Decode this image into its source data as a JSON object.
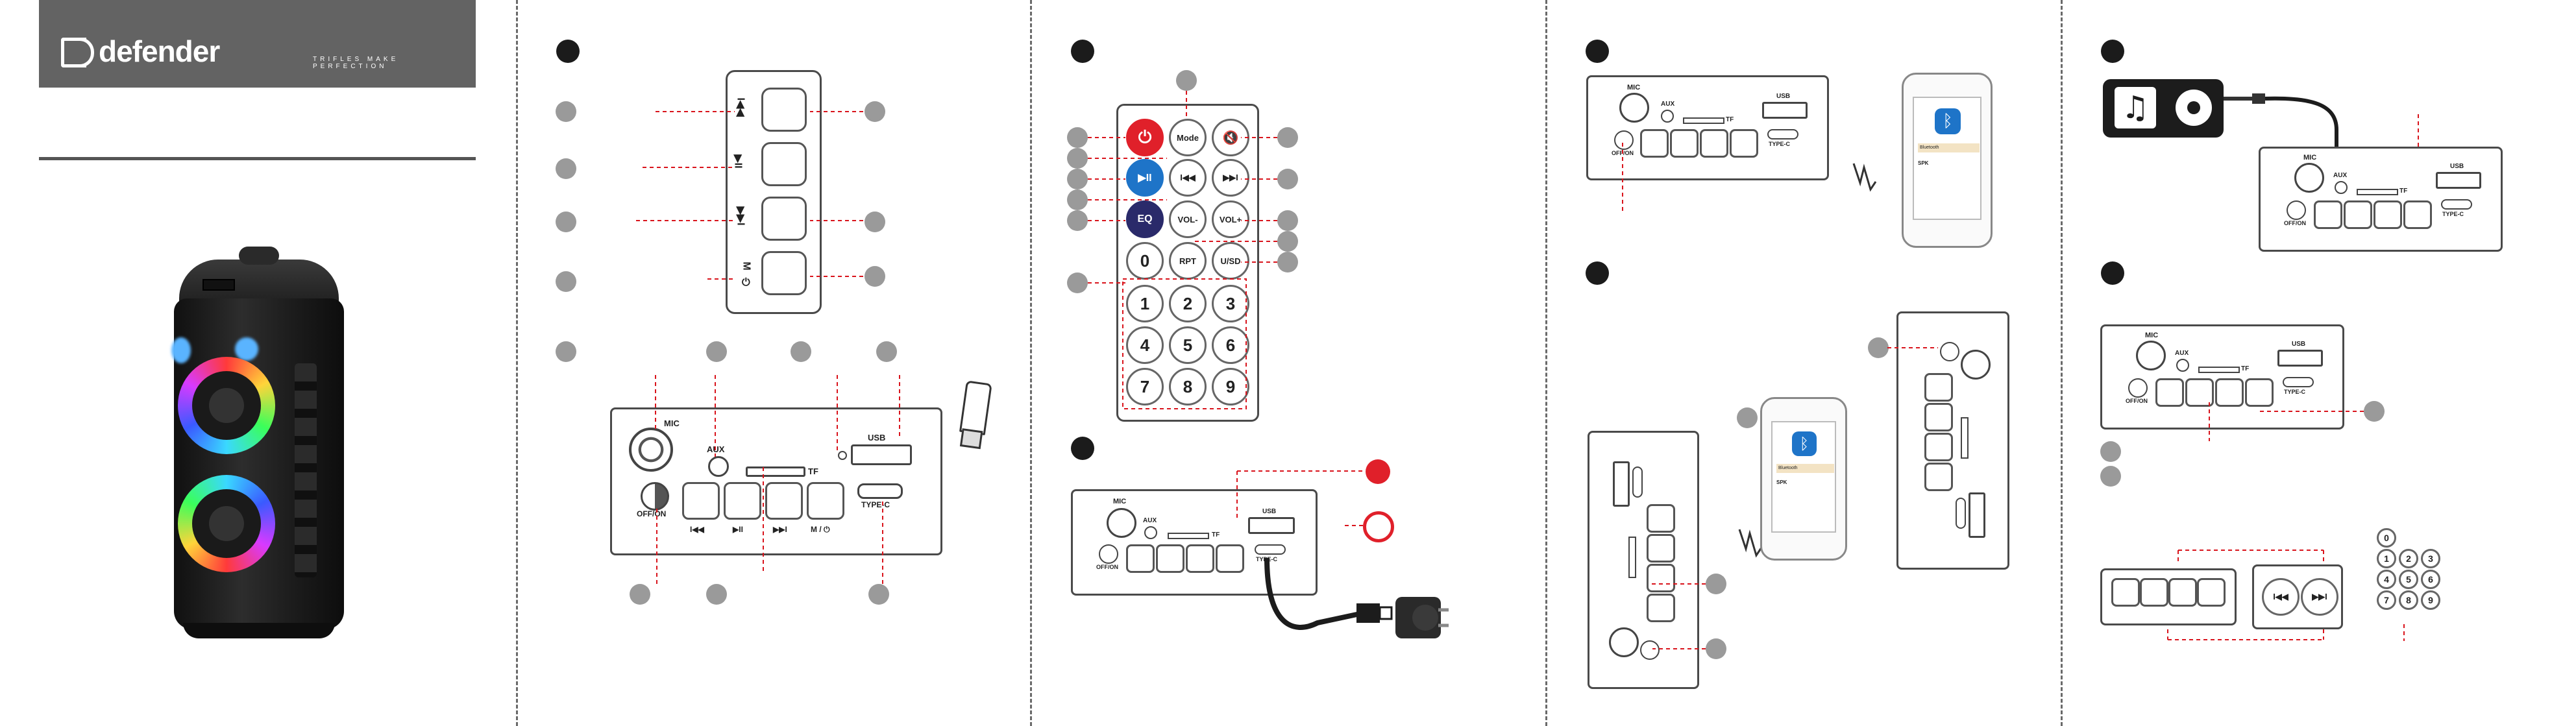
{
  "brand": {
    "name": "defender",
    "slogan": "TRIFLES MAKE PERFECTION"
  },
  "panel_labels": {
    "mic": "MIC",
    "aux": "AUX",
    "tf": "TF",
    "usb": "USB",
    "type_c": "TYPE-C",
    "off_on": "OFF/ON",
    "prev": "I◀◀",
    "play": "▶II",
    "next": "▶▶I",
    "mode": "M / ⏻"
  },
  "side_panel": {
    "mode_symbol": "M",
    "mode_sub": "⏻"
  },
  "remote": {
    "row1": [
      "⏻",
      "Mode",
      "🔇"
    ],
    "row2": [
      "▶II",
      "I◀◀",
      "▶▶I"
    ],
    "row3": [
      "EQ",
      "VOL-",
      "VOL+"
    ],
    "row4": [
      "0",
      "RPT",
      "U/SD"
    ],
    "digits": [
      "1",
      "2",
      "3",
      "4",
      "5",
      "6",
      "7",
      "8",
      "9"
    ]
  },
  "bt_screen": {
    "line1": "Bluetooth",
    "device": "SPK"
  },
  "mini_keypad": [
    "0",
    "1",
    "2",
    "3",
    "4",
    "5",
    "6",
    "7",
    "8",
    "9"
  ],
  "colors": {
    "power_red": "#e0202a",
    "play_blue": "#1e74c8",
    "eq_navy": "#2a2a6a",
    "guide_red": "#d9141c",
    "header_gray": "#636363"
  }
}
